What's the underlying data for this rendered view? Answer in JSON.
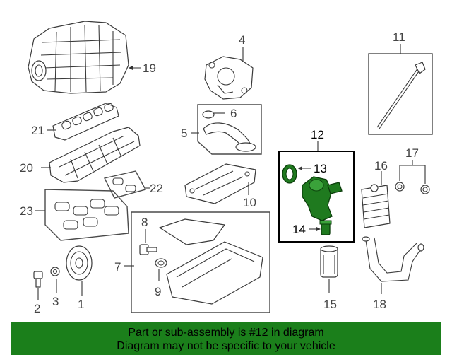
{
  "callouts": {
    "c1": "1",
    "c2": "2",
    "c3": "3",
    "c4": "4",
    "c5": "5",
    "c6": "6",
    "c7": "7",
    "c8": "8",
    "c9": "9",
    "c10": "10",
    "c11": "11",
    "c12": "12",
    "c13": "13",
    "c14": "14",
    "c15": "15",
    "c16": "16",
    "c17": "17",
    "c18": "18",
    "c19": "19",
    "c20": "20",
    "c21": "21",
    "c22": "22",
    "c23": "23"
  },
  "highlighted_part": "12",
  "colors": {
    "highlight": "#1f7a1f",
    "banner": "#1b7f1b",
    "line_art": "#3a3a3a"
  },
  "banner": {
    "line1": "Part or sub-assembly is #12 in diagram",
    "line2": "Diagram may not be specific to your vehicle"
  }
}
